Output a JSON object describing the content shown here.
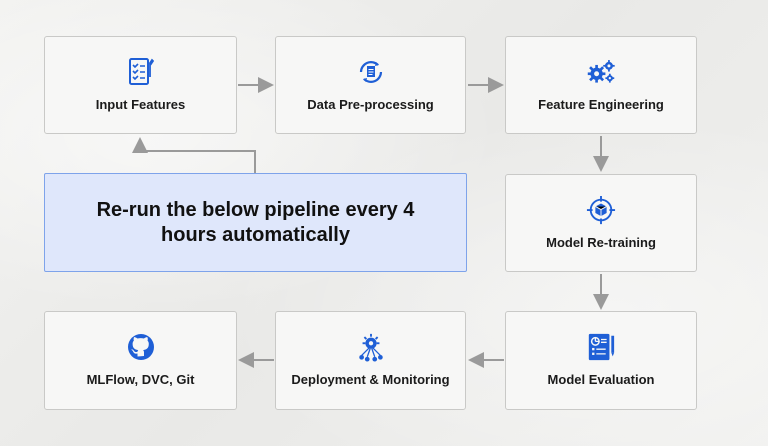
{
  "steps": {
    "input_features": "Input Features",
    "data_preprocessing": "Data Pre-processing",
    "feature_engineering": "Feature Engineering",
    "model_retraining": "Model Re-training",
    "model_evaluation": "Model Evaluation",
    "deployment_monitoring": "Deployment & Monitoring",
    "versioning": "MLFlow, DVC, Git"
  },
  "note": "Re-run the below pipeline every 4 hours automatically",
  "colors": {
    "icon_blue": "#1f5fd6",
    "highlight_fill": "#dfe7fb",
    "highlight_border": "#7ea3ea",
    "arrow": "#9a9a9a"
  },
  "icons": {
    "input_features": "checklist-icon",
    "data_preprocessing": "document-cycle-icon",
    "feature_engineering": "gears-icon",
    "model_retraining": "target-cube-icon",
    "model_evaluation": "report-clipboard-icon",
    "deployment_monitoring": "network-node-icon",
    "versioning": "github-icon"
  }
}
